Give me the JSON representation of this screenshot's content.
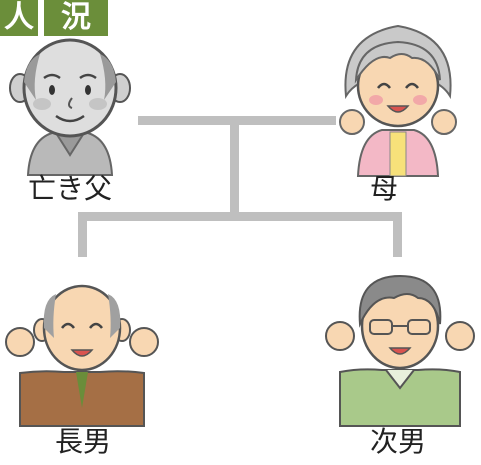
{
  "header": {
    "tag_left": "人",
    "tag_right": "況"
  },
  "people": {
    "father": {
      "label": "亡き父"
    },
    "mother": {
      "label": "母"
    },
    "eldest_son": {
      "label": "長男"
    },
    "second_son": {
      "label": "次男"
    }
  },
  "colors": {
    "line": "#bfbfbf",
    "header_bg": "#6b8e3a",
    "father_shirt": "#b9b9b9",
    "mother_shirt": "#f3b8c6",
    "eldest_shirt": "#a56f45",
    "second_shirt": "#a9c98a",
    "skin": "#f8d7b2"
  }
}
